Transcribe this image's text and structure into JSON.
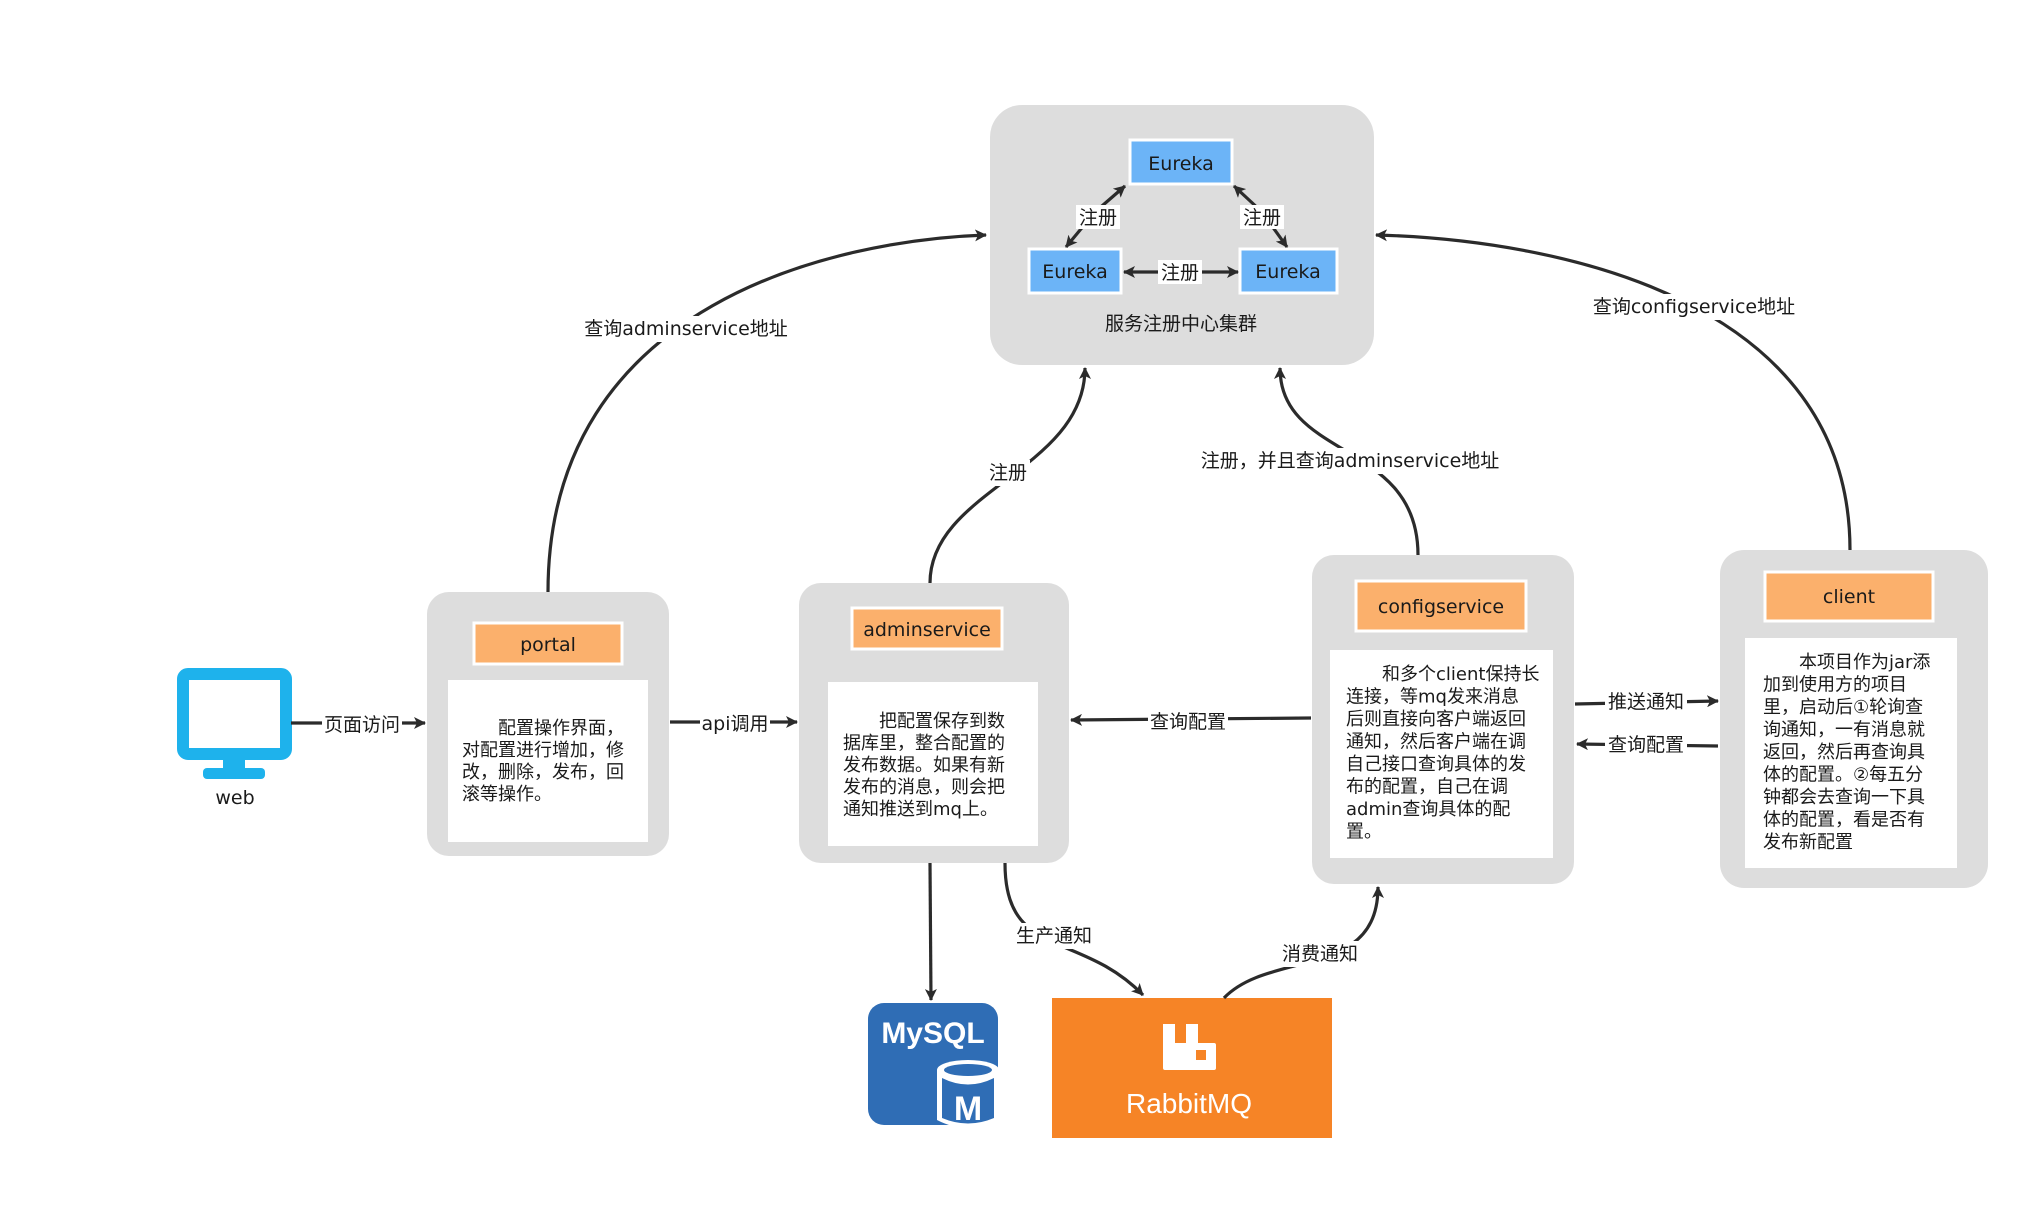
{
  "cluster": {
    "title": "服务注册中心集群",
    "nodes": [
      "Eureka",
      "Eureka",
      "Eureka"
    ],
    "edge_labels": [
      "注册",
      "注册",
      "注册"
    ]
  },
  "web": {
    "label": "web"
  },
  "portal": {
    "title": "portal",
    "description": [
      "　　配置操作界面，",
      "对配置进行增加，修",
      "改，删除，发布，回",
      "滚等操作。"
    ]
  },
  "adminservice": {
    "title": "adminservice",
    "description": [
      "　　把配置保存到数",
      "据库里，整合配置的",
      "发布数据。如果有新",
      "发布的消息，则会把",
      "通知推送到mq上。"
    ]
  },
  "configservice": {
    "title": "configservice",
    "description": [
      "　　和多个client保持长",
      "连接，等mq发来消息",
      "后则直接向客户端返回",
      "通知，然后客户端在调",
      "自己接口查询具体的发",
      "布的配置，自己在调",
      "admin查询具体的配",
      "置。"
    ]
  },
  "client": {
    "title": "client",
    "description": [
      "　　本项目作为jar添",
      "加到使用方的项目",
      "里，启动后①轮询查",
      "询通知，一有消息就",
      "返回，然后再查询具",
      "体的配置。②每五分",
      "钟都会去查询一下具",
      "体的配置，看是否有",
      "发布新配置"
    ]
  },
  "edge_labels": {
    "web_portal": "页面访问",
    "portal_admin": "api调用",
    "portal_cluster": "查询adminservice地址",
    "admin_cluster": "注册",
    "config_cluster": "注册，并且查询adminservice地址",
    "client_cluster": "查询configservice地址",
    "config_admin": "查询配置",
    "config_client_push": "推送通知",
    "client_config_query": "查询配置",
    "admin_mq": "生产通知",
    "mq_config": "消费通知"
  },
  "logos": {
    "mysql": "MySQL",
    "mysql_badge": "M",
    "rabbitmq": "RabbitMQ"
  },
  "colors": {
    "eureka": "#6cb4f7",
    "component_title": "#fbb06c",
    "group_bg": "#dddddd",
    "monitor": "#1eb2ec",
    "mysql": "#2f6db5",
    "rabbitmq": "#f68426"
  }
}
